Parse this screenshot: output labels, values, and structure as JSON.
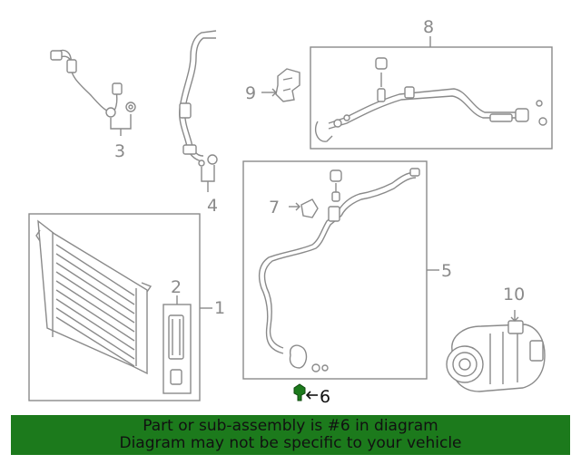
{
  "diagram": {
    "callouts": {
      "c1": "1",
      "c2": "2",
      "c3": "3",
      "c4": "4",
      "c5": "5",
      "c6": "6",
      "c7": "7",
      "c8": "8",
      "c9": "9",
      "c10": "10"
    },
    "highlighted_part": "6",
    "colors": {
      "line": "#8a8a8a",
      "highlight": "#1c7a1c",
      "banner": "#1c7a1c"
    }
  },
  "banner": {
    "line1": "Part or sub-assembly is #6 in diagram",
    "line2": "Diagram may not be specific to your vehicle"
  }
}
